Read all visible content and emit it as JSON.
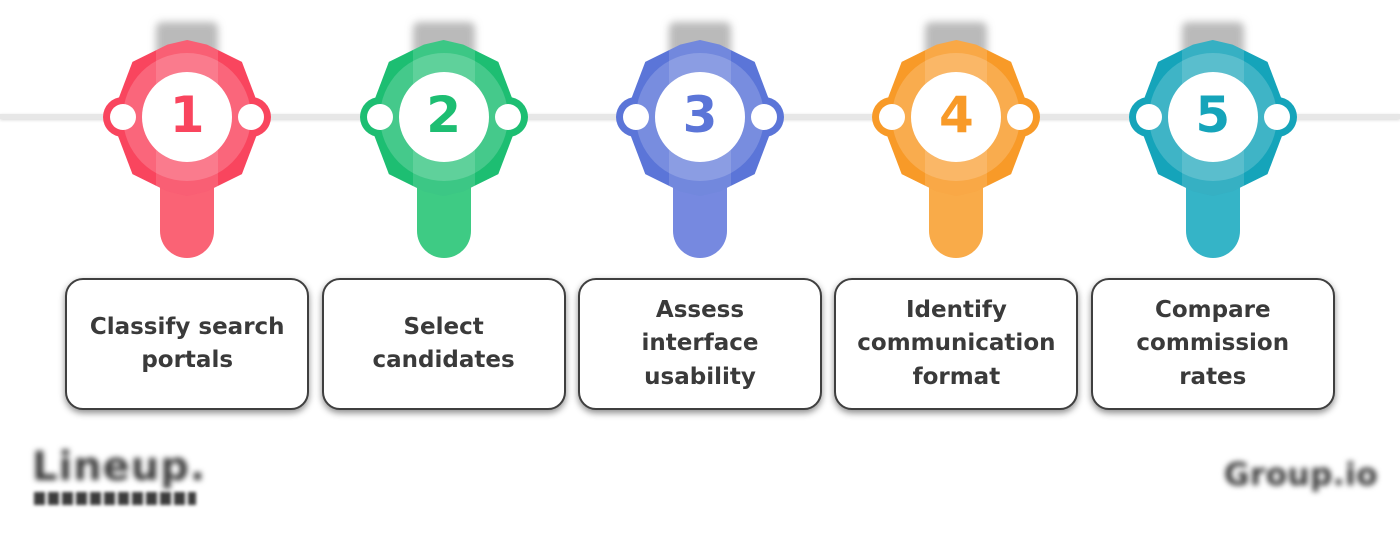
{
  "background": "#ffffff",
  "timeline": {
    "line_color": "#e7e7e7",
    "dot_color": "#ffffff"
  },
  "steps": [
    {
      "number": "1",
      "label": "Classify search portals",
      "color": "#f9455e",
      "color_light": "#fa6375"
    },
    {
      "number": "2",
      "label": "Select candidates",
      "color": "#1dbe72",
      "color_light": "#3ecb84"
    },
    {
      "number": "3",
      "label": "Assess interface usability",
      "color": "#5b75d8",
      "color_light": "#7689e0"
    },
    {
      "number": "4",
      "label": "Identify communication format",
      "color": "#f89a28",
      "color_light": "#f9ab49"
    },
    {
      "number": "5",
      "label": "Compare commission rates",
      "color": "#15a4ba",
      "color_light": "#35b4c7"
    }
  ],
  "cards": {
    "text_color": "#3a3a3a",
    "border_color": "#3f3f3f",
    "background": "#ffffff"
  },
  "watermarks": {
    "left_logo": "Lineup.",
    "right_logo": "Group.io"
  }
}
